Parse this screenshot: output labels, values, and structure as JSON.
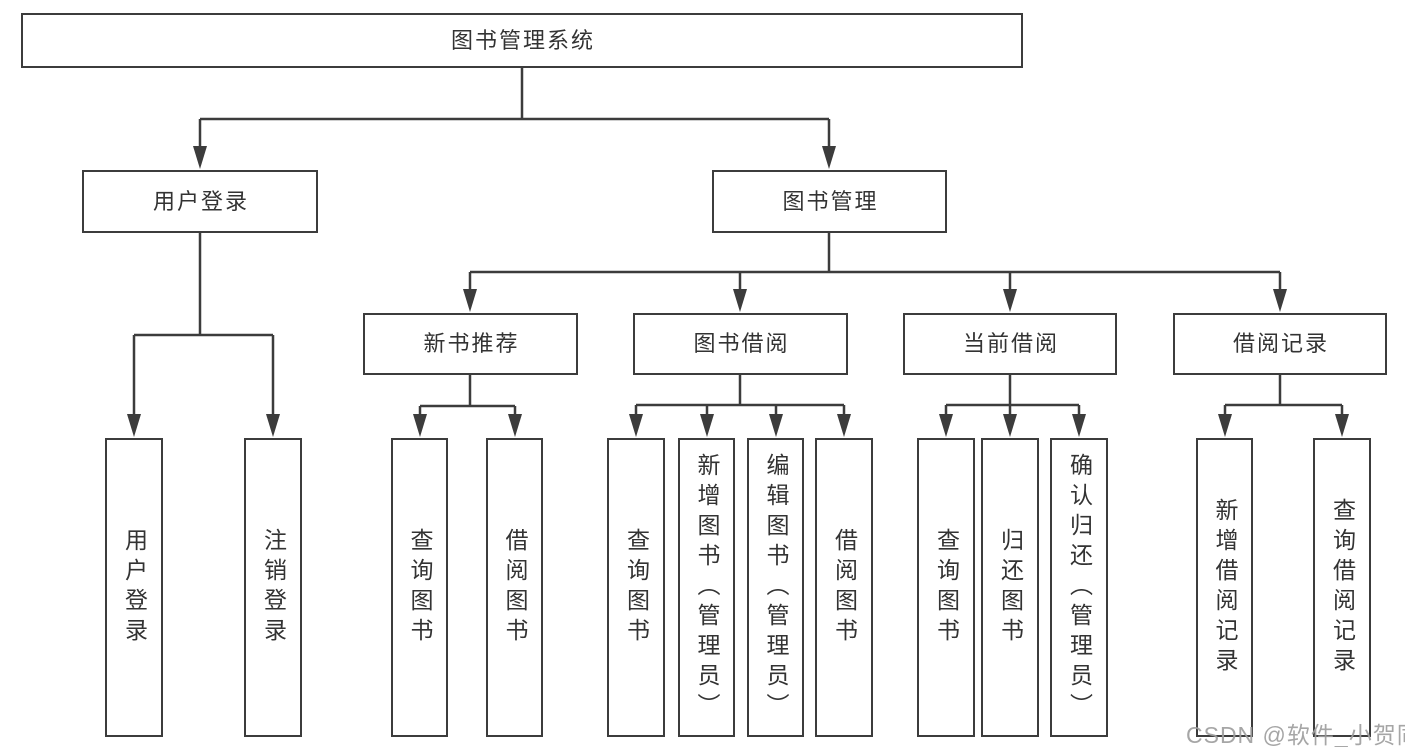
{
  "diagram": {
    "type": "tree",
    "title": "图书管理系统",
    "root": {
      "label": "图书管理系统"
    },
    "level2": [
      {
        "label": "用户登录",
        "parent": "图书管理系统"
      },
      {
        "label": "图书管理",
        "parent": "图书管理系统"
      }
    ],
    "level3": [
      {
        "label": "新书推荐",
        "parent": "图书管理"
      },
      {
        "label": "图书借阅",
        "parent": "图书管理"
      },
      {
        "label": "当前借阅",
        "parent": "图书管理"
      },
      {
        "label": "借阅记录",
        "parent": "图书管理"
      }
    ],
    "leaves": [
      {
        "label": "用户登录",
        "parent": "用户登录"
      },
      {
        "label": "注销登录",
        "parent": "用户登录"
      },
      {
        "label": "查询图书",
        "parent": "新书推荐"
      },
      {
        "label": "借阅图书",
        "parent": "新书推荐"
      },
      {
        "label": "查询图书",
        "parent": "图书借阅"
      },
      {
        "label": "新增图书（管理员）",
        "parent": "图书借阅"
      },
      {
        "label": "编辑图书（管理员）",
        "parent": "图书借阅"
      },
      {
        "label": "借阅图书",
        "parent": "图书借阅"
      },
      {
        "label": "查询图书",
        "parent": "当前借阅"
      },
      {
        "label": "归还图书",
        "parent": "当前借阅"
      },
      {
        "label": "确认归还（管理员）",
        "parent": "当前借阅"
      },
      {
        "label": "新增借阅记录",
        "parent": "借阅记录"
      },
      {
        "label": "查询借阅记录",
        "parent": "借阅记录"
      }
    ]
  },
  "colors": {
    "line": "#3c3c3c",
    "text": "#333333",
    "background": "#ffffff",
    "watermark": "#9e9e9e"
  },
  "watermark": "CSDN @软件_小贺同学"
}
